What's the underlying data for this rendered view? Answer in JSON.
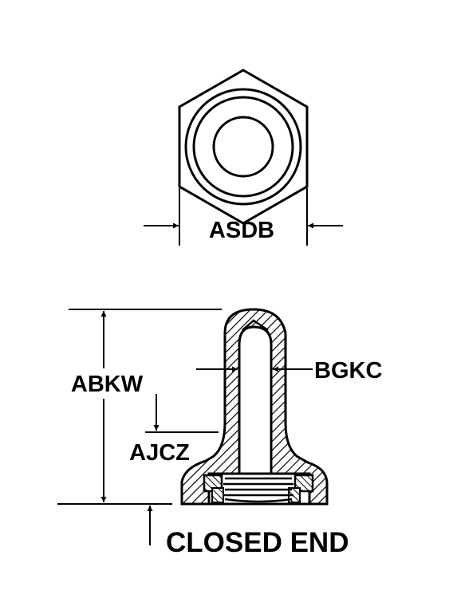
{
  "labels": {
    "hex_width": "ASDB",
    "overall_height": "ABKW",
    "flange_height": "AJCZ",
    "bore_diameter": "BGKC",
    "end_type": "CLOSED END"
  },
  "colors": {
    "ink": "#000000",
    "paper": "#ffffff"
  }
}
